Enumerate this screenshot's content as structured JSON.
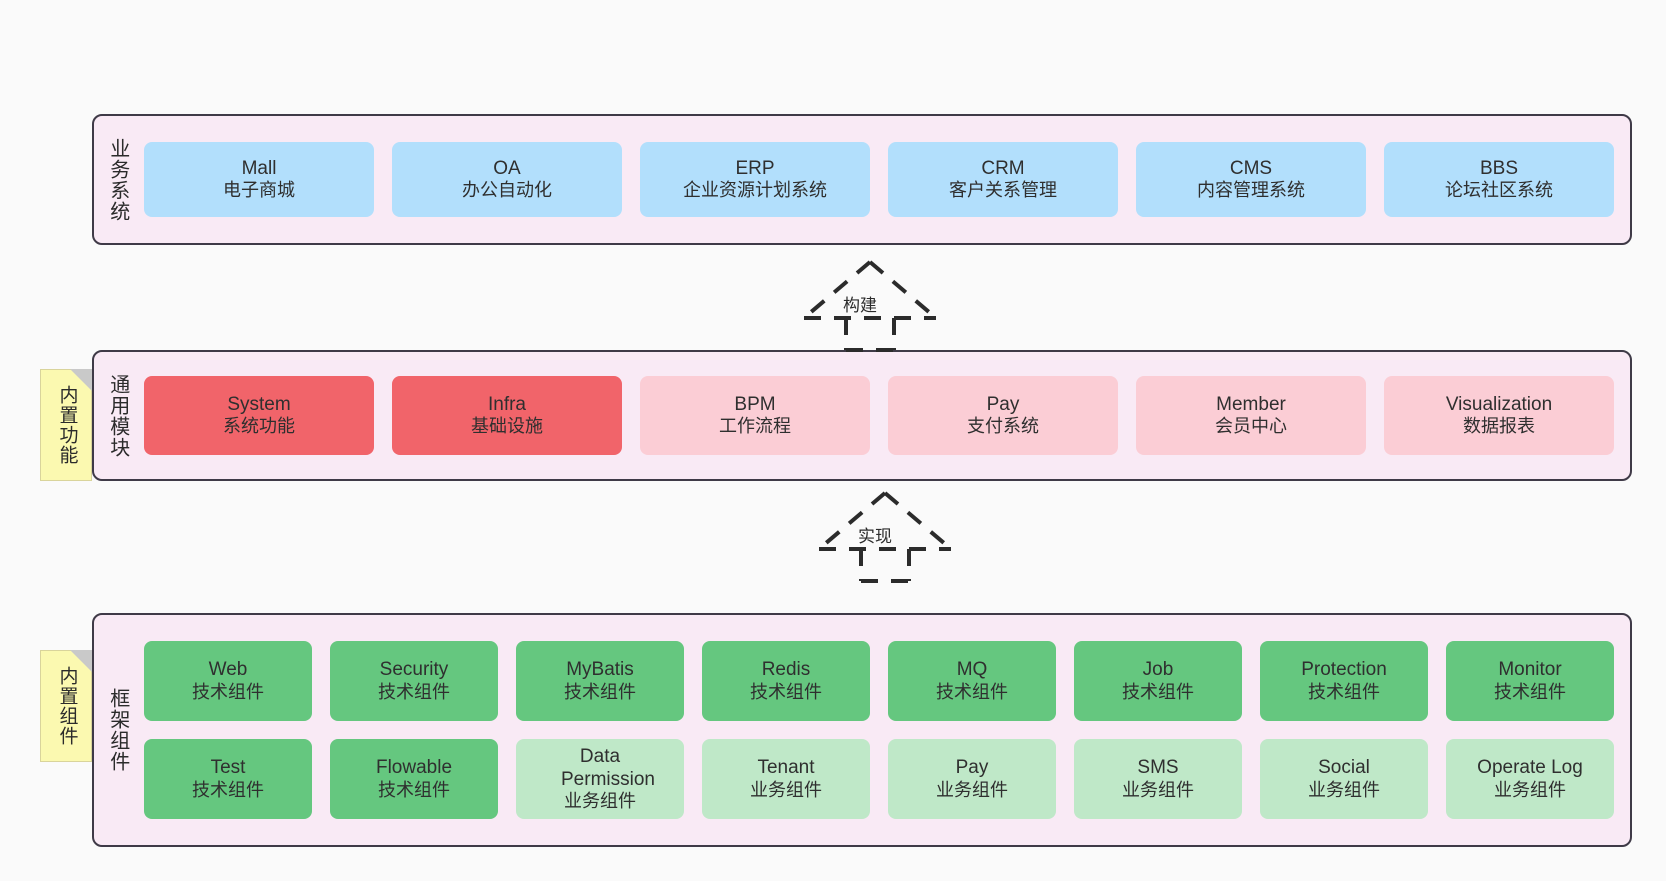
{
  "diagram": {
    "background_color": "#fafafa",
    "band_color": "#f9eaf5",
    "band_border_color": "#3f3a47",
    "note_color": "#fbf9b0"
  },
  "layers": [
    {
      "id": "business",
      "title": "业务系统",
      "note": null,
      "rows": [
        {
          "cards": [
            {
              "name": "Mall",
              "sub": "电子商城",
              "color": "#b2dffc",
              "style": "blue"
            },
            {
              "name": "OA",
              "sub": "办公自动化",
              "color": "#b2dffc",
              "style": "blue"
            },
            {
              "name": "ERP",
              "sub": "企业资源计划系统",
              "color": "#b2dffc",
              "style": "blue"
            },
            {
              "name": "CRM",
              "sub": "客户关系管理",
              "color": "#b2dffc",
              "style": "blue"
            },
            {
              "name": "CMS",
              "sub": "内容管理系统",
              "color": "#b2dffc",
              "style": "blue"
            },
            {
              "name": "BBS",
              "sub": "论坛社区系统",
              "color": "#b2dffc",
              "style": "blue"
            }
          ]
        }
      ]
    },
    {
      "id": "common-modules",
      "title": "通用模块",
      "note": "内置功能",
      "rows": [
        {
          "cards": [
            {
              "name": "System",
              "sub": "系统功能",
              "color": "#f1646a",
              "style": "red"
            },
            {
              "name": "Infra",
              "sub": "基础设施",
              "color": "#f1646a",
              "style": "red"
            },
            {
              "name": "BPM",
              "sub": "工作流程",
              "color": "#fbcdd5",
              "style": "pink"
            },
            {
              "name": "Pay",
              "sub": "支付系统",
              "color": "#fbcdd5",
              "style": "pink"
            },
            {
              "name": "Member",
              "sub": "会员中心",
              "color": "#fbcdd5",
              "style": "pink"
            },
            {
              "name": "Visualization",
              "sub": "数据报表",
              "color": "#fbcdd5",
              "style": "pink"
            }
          ]
        }
      ]
    },
    {
      "id": "framework-components",
      "title": "框架组件",
      "note": "内置组件",
      "rows": [
        {
          "cards": [
            {
              "name": "Web",
              "sub": "技术组件",
              "color": "#65c77f",
              "style": "green"
            },
            {
              "name": "Security",
              "sub": "技术组件",
              "color": "#65c77f",
              "style": "green"
            },
            {
              "name": "MyBatis",
              "sub": "技术组件",
              "color": "#65c77f",
              "style": "green"
            },
            {
              "name": "Redis",
              "sub": "技术组件",
              "color": "#65c77f",
              "style": "green"
            },
            {
              "name": "MQ",
              "sub": "技术组件",
              "color": "#65c77f",
              "style": "green"
            },
            {
              "name": "Job",
              "sub": "技术组件",
              "color": "#65c77f",
              "style": "green"
            },
            {
              "name": "Protection",
              "sub": "技术组件",
              "color": "#65c77f",
              "style": "green"
            },
            {
              "name": "Monitor",
              "sub": "技术组件",
              "color": "#65c77f",
              "style": "green"
            }
          ]
        },
        {
          "cards": [
            {
              "name": "Test",
              "sub": "技术组件",
              "color": "#65c77f",
              "style": "green"
            },
            {
              "name": "Flowable",
              "sub": "技术组件",
              "color": "#65c77f",
              "style": "green"
            },
            {
              "name": "Data Permission",
              "sub": "业务组件",
              "color": "#bfe8c8",
              "style": "green-light"
            },
            {
              "name": "Tenant",
              "sub": "业务组件",
              "color": "#bfe8c8",
              "style": "green-light"
            },
            {
              "name": "Pay",
              "sub": "业务组件",
              "color": "#bfe8c8",
              "style": "green-light"
            },
            {
              "name": "SMS",
              "sub": "业务组件",
              "color": "#bfe8c8",
              "style": "green-light"
            },
            {
              "name": "Social",
              "sub": "业务组件",
              "color": "#bfe8c8",
              "style": "green-light"
            },
            {
              "name": "Operate Log",
              "sub": "业务组件",
              "color": "#bfe8c8",
              "style": "green-light"
            }
          ]
        }
      ]
    }
  ],
  "connectors": [
    {
      "id": "build",
      "label": "构建",
      "from": "common-modules",
      "to": "business",
      "style": "dashed-generalization-up"
    },
    {
      "id": "implement",
      "label": "实现",
      "from": "framework-components",
      "to": "common-modules",
      "style": "dashed-generalization-up"
    }
  ]
}
